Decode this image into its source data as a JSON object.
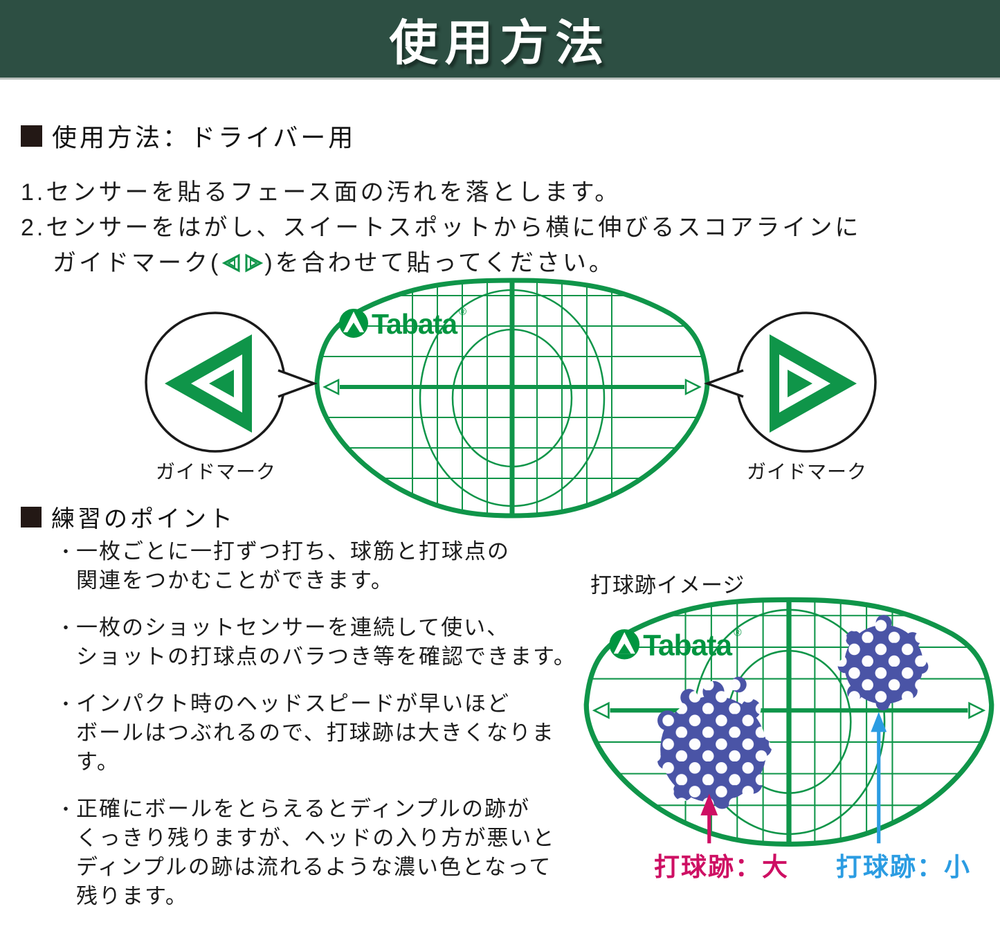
{
  "header": {
    "title": "使用方法"
  },
  "usage_section": {
    "heading": "使用方法：ドライバー用",
    "step1": "1.センサーを貼るフェース面の汚れを落とします。",
    "step2_line1": "2.センサーをはがし、スイートスポットから横に伸びるスコアラインに",
    "step2_line2_pre": "ガイドマーク(",
    "step2_line2_post": ")を合わせて貼ってください。"
  },
  "diagram_driver": {
    "brand": "Tabata",
    "brand_reg": "®",
    "guide_left_label": "ガイドマーク",
    "guide_right_label": "ガイドマーク"
  },
  "practice_section": {
    "heading": "練習のポイント",
    "bullet_char": "・",
    "bullets": [
      "一枚ごとに一打ずつ打ち、球筋と打球点の\n関連をつかむことができます。",
      "一枚のショットセンサーを連続して使い、\nショットの打球点のバラつき等を確認できます。",
      "インパクト時のヘッドスピードが早いほど\nボールはつぶれるので、打球跡は大きくなります。",
      "正確にボールをとらえるとディンプルの跡が\nくっきり残りますが、ヘッドの入り方が悪いと\nディンプルの跡は流れるような濃い色となって\n残ります。"
    ]
  },
  "impact_diagram": {
    "title": "打球跡イメージ",
    "brand": "Tabata",
    "brand_reg": "®",
    "label_large": "打球跡：大",
    "label_small": "打球跡：小"
  },
  "colors": {
    "header_bg": "#2d4f43",
    "line_green": "#0f9549",
    "logo_green": "#009540",
    "magenta": "#ce0f63",
    "blue": "#2b9ce2",
    "mark_blue": "#4a54a6",
    "text": "#1c1c1c"
  }
}
